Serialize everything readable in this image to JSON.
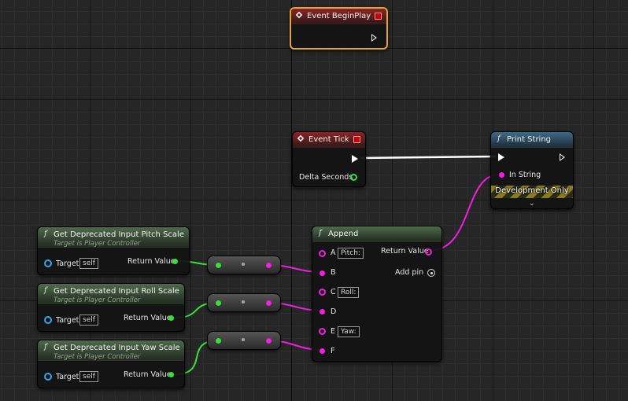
{
  "nodes": {
    "begin_play": {
      "title": "Event BeginPlay"
    },
    "event_tick": {
      "title": "Event Tick",
      "delta_label": "Delta Seconds"
    },
    "print_string": {
      "title": "Print String",
      "in_label": "In String",
      "dev_label": "Development Only",
      "expand": "⌄"
    },
    "append": {
      "title": "Append",
      "return_label": "Return Value",
      "add_pin": "Add pin",
      "pins": [
        {
          "name": "A",
          "value": "Pitch:"
        },
        {
          "name": "B",
          "value": ""
        },
        {
          "name": "C",
          "value": "Roll:"
        },
        {
          "name": "D",
          "value": ""
        },
        {
          "name": "E",
          "value": "Yaw:"
        },
        {
          "name": "F",
          "value": ""
        }
      ]
    },
    "pitch": {
      "title": "Get Deprecated Input Pitch Scale",
      "subtitle": "Target is Player Controller",
      "target_label": "Target",
      "target_value": "self",
      "return_label": "Return Value"
    },
    "roll": {
      "title": "Get Deprecated Input Roll Scale",
      "subtitle": "Target is Player Controller",
      "target_label": "Target",
      "target_value": "self",
      "return_label": "Return Value"
    },
    "yaw": {
      "title": "Get Deprecated Input Yaw Scale",
      "subtitle": "Target is Player Controller",
      "target_label": "Target",
      "target_value": "self",
      "return_label": "Return Value"
    }
  },
  "icons": {
    "event": "event-diamond-icon",
    "function": "f",
    "stop": "stop-icon",
    "add": "add-circle-icon"
  },
  "colors": {
    "string_pin": "#f21ee1",
    "float_pin": "#3ae03a",
    "object_pin": "#3aa4e8",
    "exec_pin": "#ffffff",
    "selection": "#e8a23a"
  }
}
